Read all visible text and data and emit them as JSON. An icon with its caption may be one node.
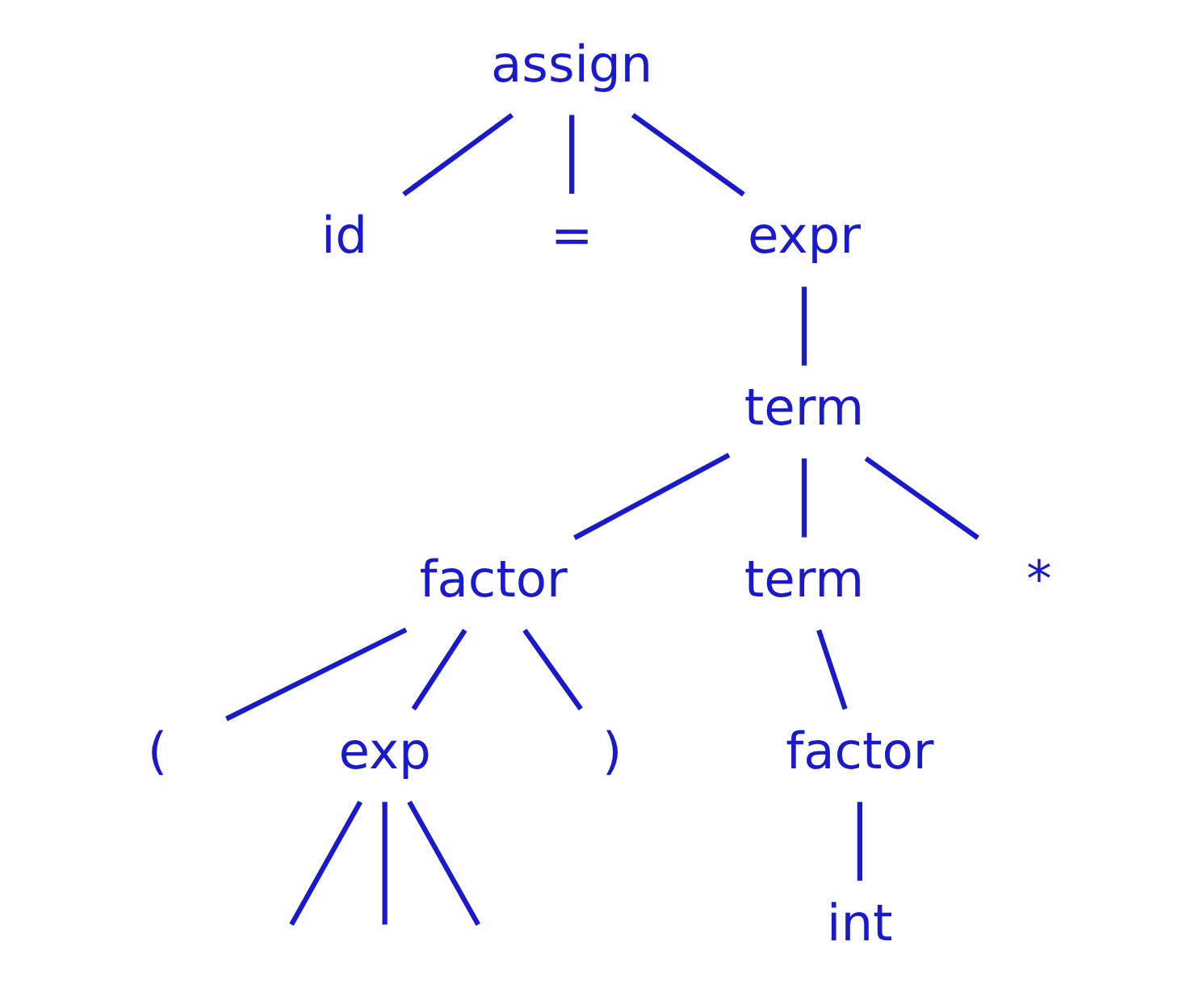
{
  "diagram": {
    "nodes": [
      {
        "text": [
          "assign"
        ]
      },
      {
        "text": [
          "id"
        ]
      },
      {
        "text": [
          "="
        ]
      },
      {
        "text": [
          "expr"
        ]
      },
      {
        "text": [
          "term"
        ]
      },
      {
        "text": [
          "factor"
        ]
      },
      {
        "text": [
          "term"
        ]
      },
      {
        "text": [
          "*"
        ]
      },
      {
        "text": [
          "factor"
        ]
      },
      {
        "text": [
          "int"
        ]
      },
      {
        "text": [
          "("
        ]
      },
      {
        "text": [
          "exp"
        ]
      },
      {
        "text": [
          ")"
        ]
      }
    ],
    "edges": [
      {
        "from": 0,
        "to": 1,
        "arrow": "none"
      },
      {
        "from": 0,
        "to": 2,
        "arrow": "none"
      },
      {
        "from": 0,
        "to": 3,
        "arrow": "none"
      },
      {
        "from": 3,
        "to": 4,
        "arrow": "none"
      },
      {
        "from": 4,
        "to": 6,
        "arrow": "none"
      },
      {
        "from": 4,
        "to": 7,
        "arrow": "none"
      },
      {
        "from": 4,
        "to": 5,
        "arrow": "none"
      },
      {
        "from": 6,
        "to": 8,
        "arrow": "none"
      },
      {
        "from": 8,
        "to": 9,
        "arrow": "none"
      },
      {
        "from": 5,
        "to": 10,
        "arrow": "none"
      },
      {
        "from": 5,
        "to": 11,
        "arrow": "none"
      },
      {
        "from": 5,
        "to": 12,
        "arrow": "none"
      },
      {
        "from": 11,
        "to": null,
        "arrow": "none"
      },
      {
        "from": 11,
        "to": null,
        "arrow": "none"
      },
      {
        "from": 11,
        "to": null,
        "arrow": "none"
      }
    ]
  }
}
